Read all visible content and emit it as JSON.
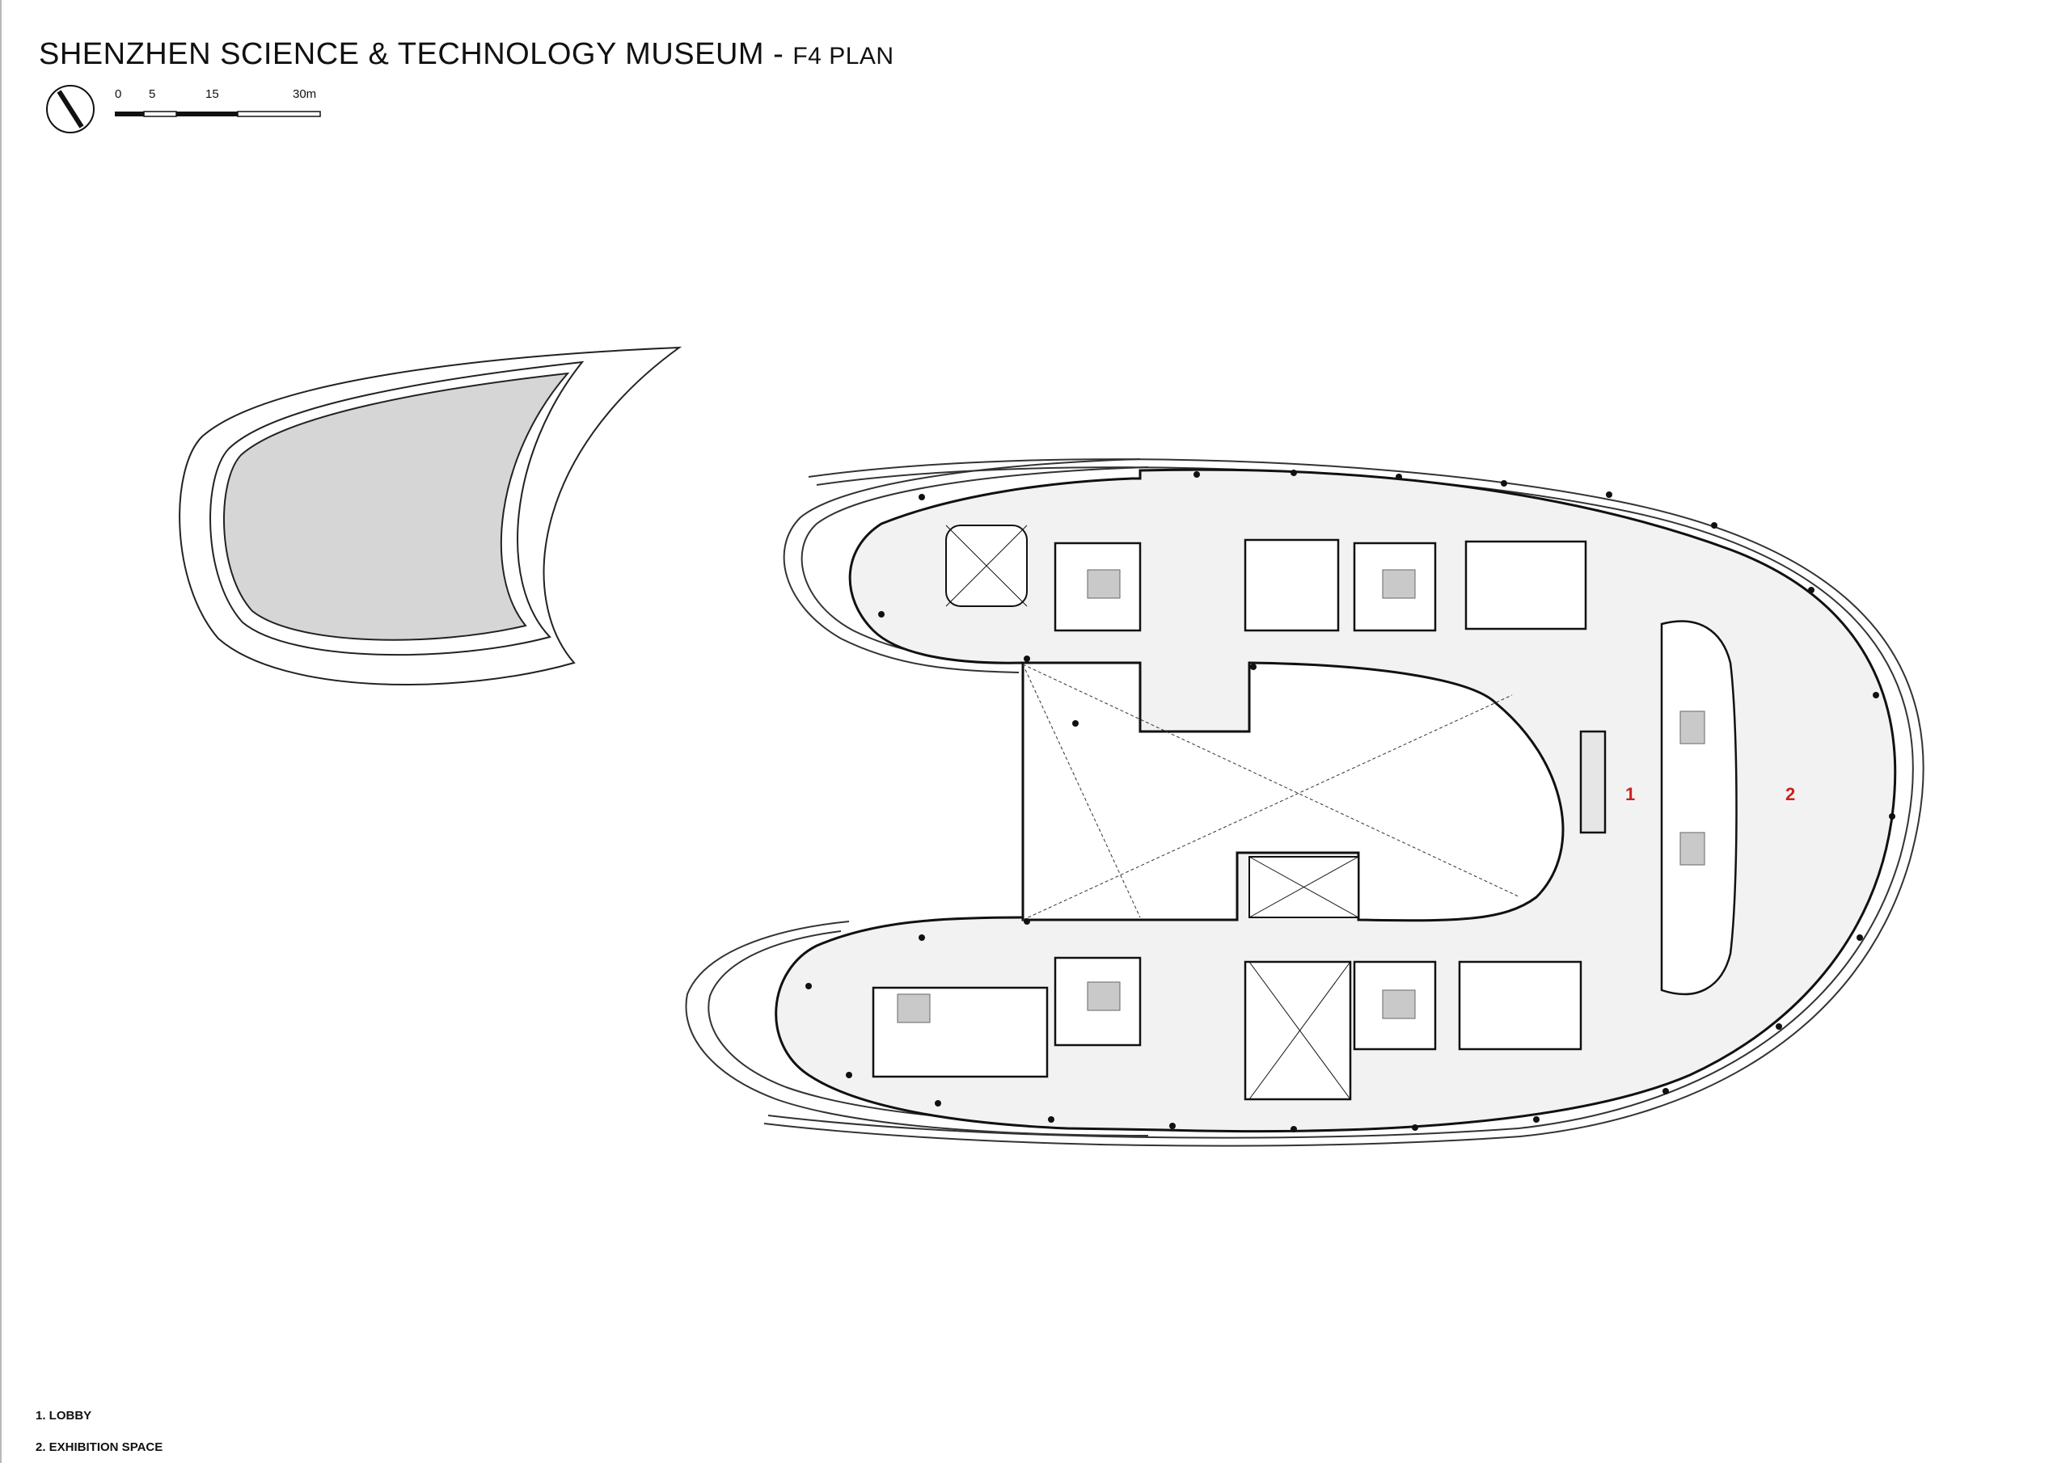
{
  "title": {
    "main": "SHENZHEN SCIENCE & TECHNOLOGY MUSEUM - ",
    "sub": "F4 PLAN"
  },
  "scale_bar": {
    "labels": [
      "0",
      "5",
      "15",
      "30m"
    ]
  },
  "plan_labels": {
    "lobby_number": "1",
    "exhibition_number": "2"
  },
  "legend": {
    "items": [
      "1. LOBBY",
      "2. EXHIBITION SPACE"
    ]
  },
  "colors": {
    "line": "#111111",
    "floor_fill": "#f2f2f2",
    "void_fill": "#d6d6d6",
    "label_red": "#cc1f1f"
  }
}
